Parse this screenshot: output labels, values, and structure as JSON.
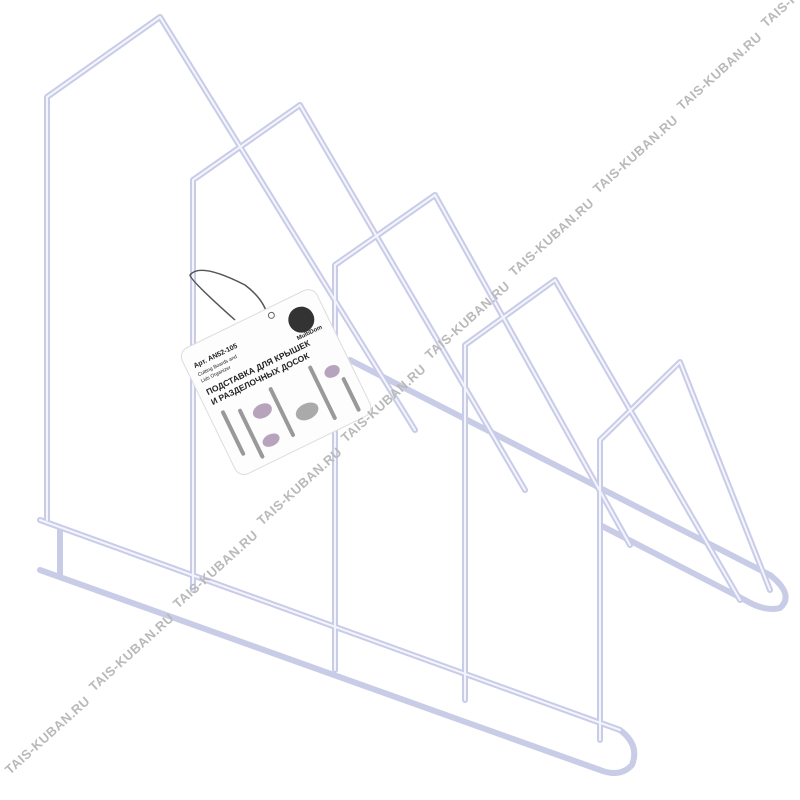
{
  "watermark": "TAIS-KUBAN.RU",
  "tag": {
    "brand": "MultiDom",
    "article": "Арт. AN52-105",
    "subtitle_line1": "Cutting Boards and",
    "subtitle_line2": "Lids Organizer",
    "title_line1": "ПОДСТАВКА ДЛЯ КРЫШЕК",
    "title_line2": "И РАЗДЕЛОЧНЫХ ДОСОК"
  },
  "colors": {
    "wire": "#c9cce6",
    "background": "#ffffff",
    "accent": "#9b7fa0"
  }
}
